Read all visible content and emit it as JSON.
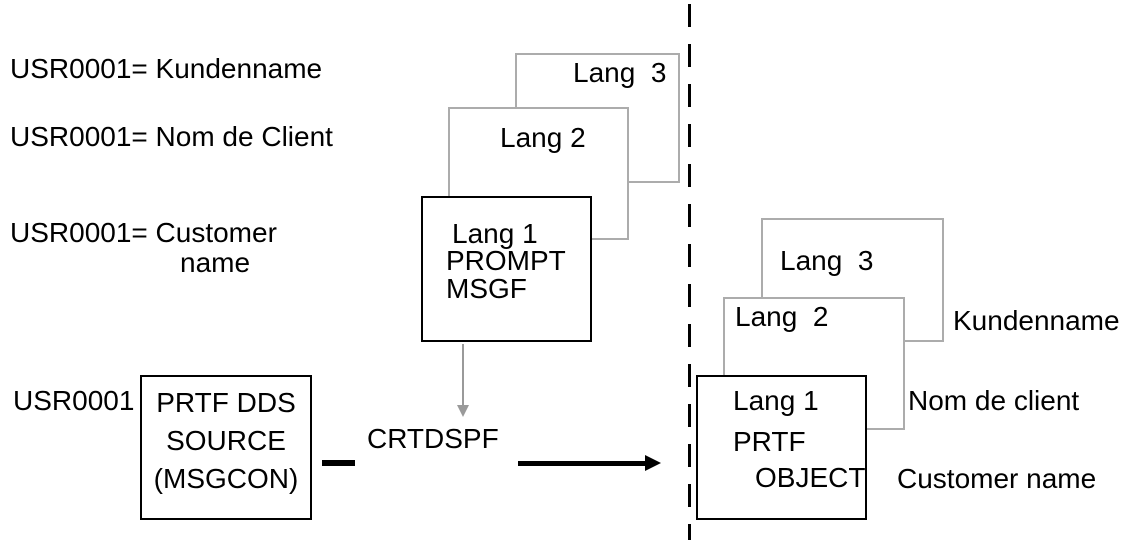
{
  "left_annotations": {
    "kundenname": "USR0001= Kundenname",
    "nom_de_client": "USR0001= Nom de Client",
    "customer_line1": "USR0001= Customer",
    "customer_line2": "name",
    "usr0001": "USR0001"
  },
  "source_stack": {
    "lang3_label": "Lang  3",
    "lang2_label": "Lang 2",
    "lang1_lines": [
      "Lang 1",
      "PROMPT",
      "MSGF"
    ]
  },
  "dds_source_box": {
    "lines": [
      "PRTF DDS",
      "SOURCE",
      "(MSGCON)"
    ]
  },
  "command_label": "CRTDSPF",
  "object_stack": {
    "lang3_label": "Lang  3",
    "lang2_label": "Lang  2",
    "lang1_lines": [
      "Lang 1",
      "PRTF",
      "OBJECT"
    ]
  },
  "object_annotations": {
    "lang3": "Kundenname",
    "lang2": "Nom de client",
    "lang1": "Customer name"
  },
  "colors": {
    "background": "#ffffff",
    "text": "#000000",
    "box_border_strong": "#000000",
    "box_border_light": "#acacac",
    "arrow_gray": "#9a9a9a",
    "arrow_black": "#000000"
  }
}
